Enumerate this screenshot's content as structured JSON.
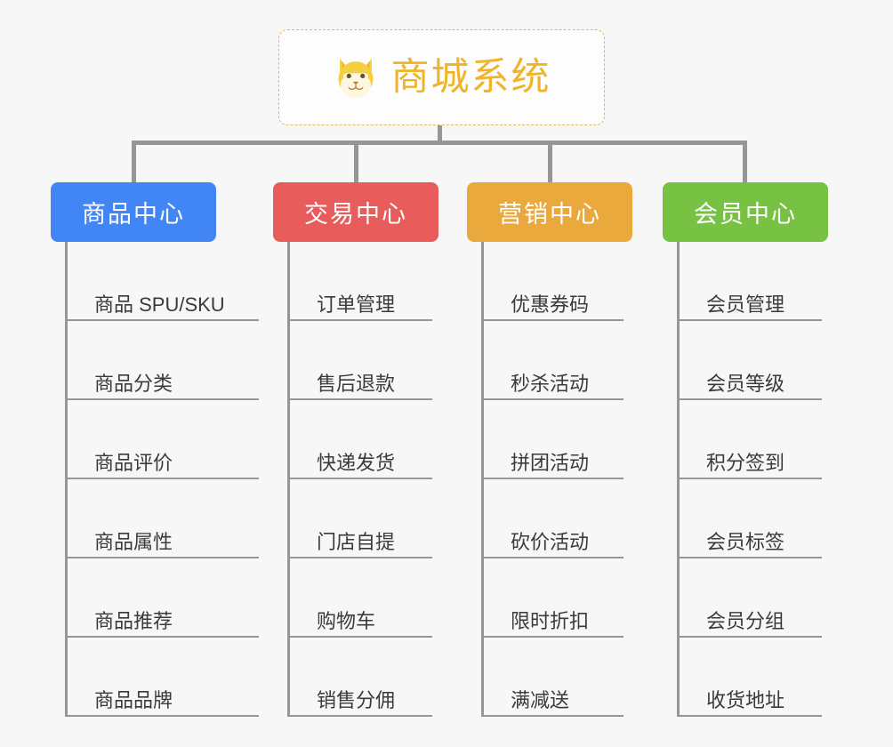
{
  "background": "#f7f7f7",
  "connector_color": "#969696",
  "root": {
    "title": "商城系统",
    "icon": "shiba-dog-icon",
    "text_color": "#f0b429",
    "border_color": "#e9b455",
    "background": "#fdfdfd"
  },
  "columns": [
    {
      "id": "product-center",
      "title": "商品中心",
      "color": "#4285f4",
      "items": [
        "商品 SPU/SKU",
        "商品分类",
        "商品评价",
        "商品属性",
        "商品推荐",
        "商品品牌"
      ]
    },
    {
      "id": "trade-center",
      "title": "交易中心",
      "color": "#e85c5c",
      "items": [
        "订单管理",
        "售后退款",
        "快递发货",
        "门店自提",
        "购物车",
        "销售分佣"
      ]
    },
    {
      "id": "marketing-center",
      "title": "营销中心",
      "color": "#eaa93c",
      "items": [
        "优惠券码",
        "秒杀活动",
        "拼团活动",
        "砍价活动",
        "限时折扣",
        "满减送"
      ]
    },
    {
      "id": "member-center",
      "title": "会员中心",
      "color": "#77c242",
      "items": [
        "会员管理",
        "会员等级",
        "积分签到",
        "会员标签",
        "会员分组",
        "收货地址"
      ]
    }
  ]
}
